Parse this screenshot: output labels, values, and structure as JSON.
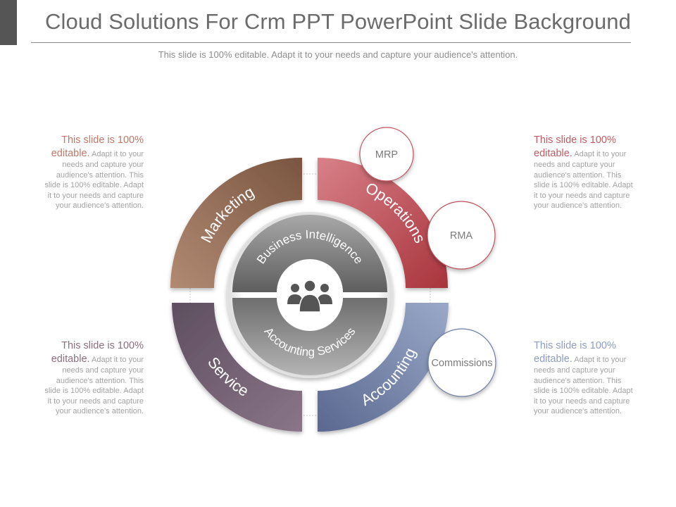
{
  "header": {
    "title": "Cloud Solutions For Crm PPT PowerPoint Slide Background",
    "subtitle": "This slide is 100% editable. Adapt it to your needs and capture your audience's attention."
  },
  "notes": {
    "top_left": {
      "lead": "This slide is 100% editable.",
      "body": "Adapt it to your needs and capture your audience's attention. This slide is 100% editable. Adapt it to your needs and capture your audience's attention.",
      "color": "#c0786a"
    },
    "bottom_left": {
      "lead": "This slide is 100% editable.",
      "body": "Adapt it to your needs and capture your audience's attention. This slide is 100% editable. Adapt it to your needs and capture your audience's attention.",
      "color": "#8b6e7e"
    },
    "top_right": {
      "lead": "This slide is 100% editable.",
      "body": "Adapt it to your needs and capture your audience's attention. This slide is 100% editable. Adapt it to your needs and capture your audience's attention.",
      "color": "#c45a62"
    },
    "bottom_right": {
      "lead": "This slide is 100% editable.",
      "body": "Adapt it to your needs and capture your audience's attention. This slide is 100% editable. Adapt it to your needs and capture your audience's attention.",
      "color": "#8f9dc4"
    }
  },
  "ring": {
    "marketing": {
      "label": "Marketing",
      "color_light": "#b18a73",
      "color_dark": "#7a5540"
    },
    "operations": {
      "label": "Operations",
      "color_light": "#d88088",
      "color_dark": "#a8343c"
    },
    "service": {
      "label": "Service",
      "color_light": "#5e4f60",
      "color_dark": "#8a7588"
    },
    "accounting": {
      "label": "Accounting",
      "color_light": "#9aa8c8",
      "color_dark": "#5a6890"
    }
  },
  "inner": {
    "top": "Business Intelligence",
    "bottom": "Accounting Services"
  },
  "center_icon": "group-of-people-icon",
  "bubbles": {
    "mrp": "MRP",
    "rma": "RMA",
    "commissions": "Commissions"
  }
}
